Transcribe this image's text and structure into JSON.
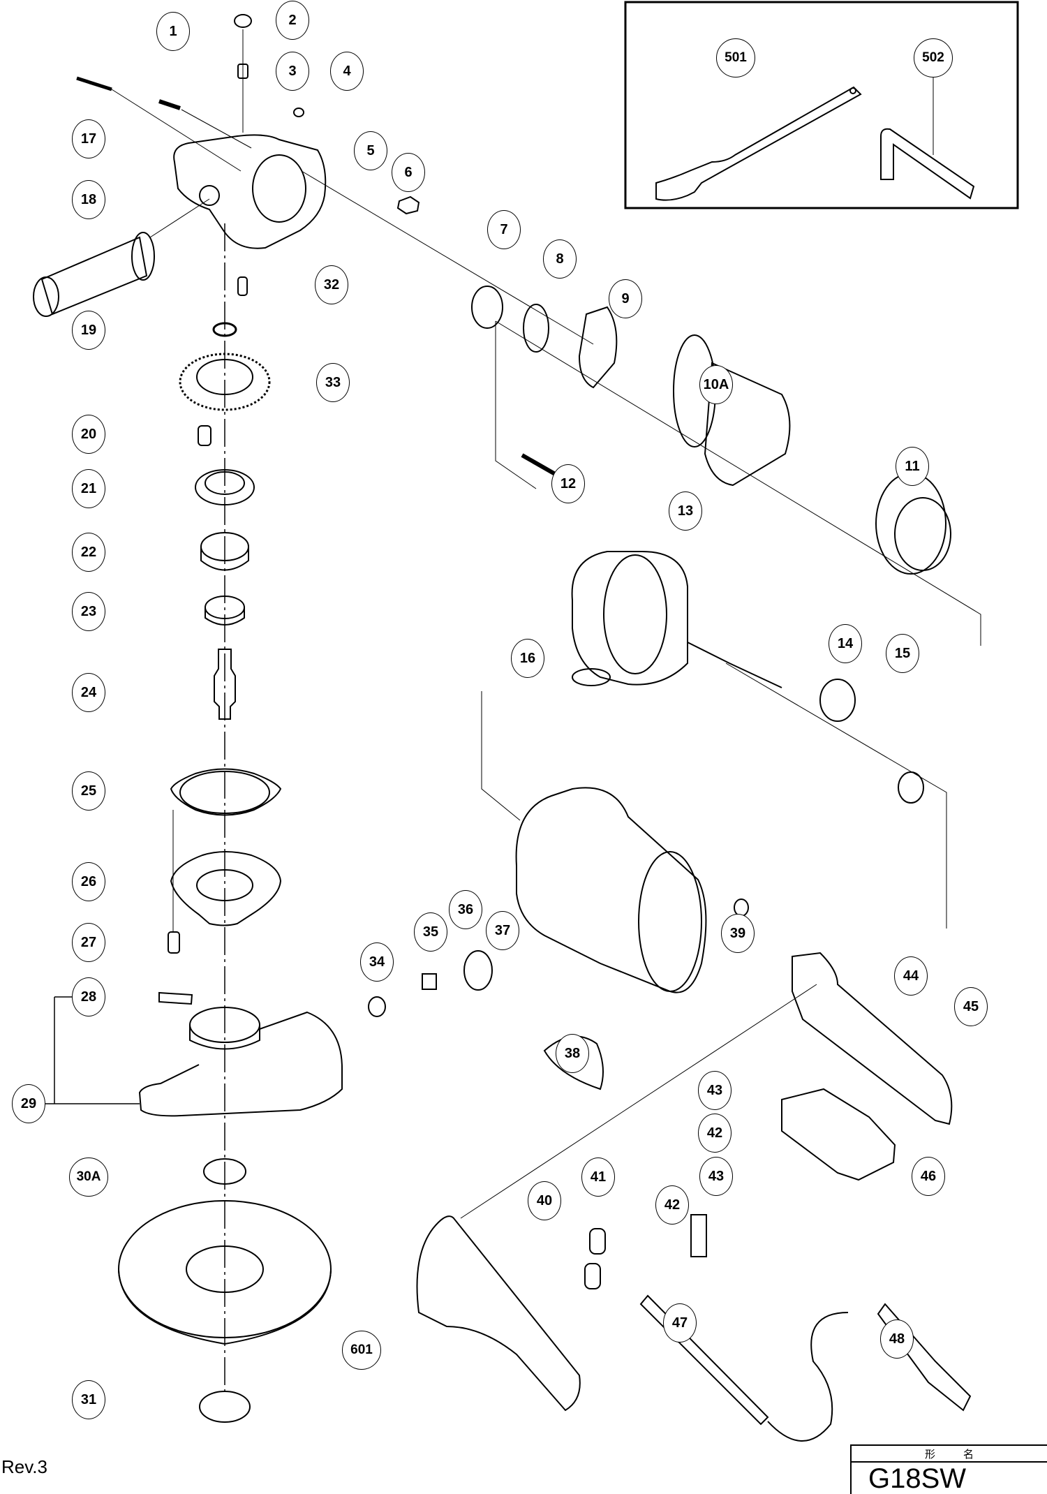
{
  "drawing": {
    "revision": "Rev.3",
    "title_block": {
      "header_left": "形",
      "header_right": "名",
      "model": "G18SW"
    }
  },
  "parts": [
    {
      "id": "p1",
      "label": "1"
    },
    {
      "id": "p2",
      "label": "2"
    },
    {
      "id": "p3",
      "label": "3"
    },
    {
      "id": "p4",
      "label": "4"
    },
    {
      "id": "p5",
      "label": "5"
    },
    {
      "id": "p6",
      "label": "6"
    },
    {
      "id": "p7",
      "label": "7"
    },
    {
      "id": "p8",
      "label": "8"
    },
    {
      "id": "p9",
      "label": "9"
    },
    {
      "id": "p10a",
      "label": "10A"
    },
    {
      "id": "p11",
      "label": "11"
    },
    {
      "id": "p12",
      "label": "12"
    },
    {
      "id": "p13",
      "label": "13"
    },
    {
      "id": "p14",
      "label": "14"
    },
    {
      "id": "p15",
      "label": "15"
    },
    {
      "id": "p16",
      "label": "16"
    },
    {
      "id": "p17",
      "label": "17"
    },
    {
      "id": "p18",
      "label": "18"
    },
    {
      "id": "p19",
      "label": "19"
    },
    {
      "id": "p20",
      "label": "20"
    },
    {
      "id": "p21",
      "label": "21"
    },
    {
      "id": "p22",
      "label": "22"
    },
    {
      "id": "p23",
      "label": "23"
    },
    {
      "id": "p24",
      "label": "24"
    },
    {
      "id": "p25",
      "label": "25"
    },
    {
      "id": "p26",
      "label": "26"
    },
    {
      "id": "p27",
      "label": "27"
    },
    {
      "id": "p28",
      "label": "28"
    },
    {
      "id": "p29",
      "label": "29"
    },
    {
      "id": "p30a",
      "label": "30A"
    },
    {
      "id": "p31",
      "label": "31"
    },
    {
      "id": "p32",
      "label": "32"
    },
    {
      "id": "p33",
      "label": "33"
    },
    {
      "id": "p34",
      "label": "34"
    },
    {
      "id": "p35",
      "label": "35"
    },
    {
      "id": "p36",
      "label": "36"
    },
    {
      "id": "p37",
      "label": "37"
    },
    {
      "id": "p38",
      "label": "38"
    },
    {
      "id": "p39",
      "label": "39"
    },
    {
      "id": "p40",
      "label": "40"
    },
    {
      "id": "p41",
      "label": "41"
    },
    {
      "id": "p42a",
      "label": "42"
    },
    {
      "id": "p42b",
      "label": "42"
    },
    {
      "id": "p43a",
      "label": "43"
    },
    {
      "id": "p43b",
      "label": "43"
    },
    {
      "id": "p44",
      "label": "44"
    },
    {
      "id": "p45",
      "label": "45"
    },
    {
      "id": "p46",
      "label": "46"
    },
    {
      "id": "p47",
      "label": "47"
    },
    {
      "id": "p48",
      "label": "48"
    },
    {
      "id": "p501",
      "label": "501"
    },
    {
      "id": "p502",
      "label": "502"
    },
    {
      "id": "p601",
      "label": "601"
    }
  ]
}
